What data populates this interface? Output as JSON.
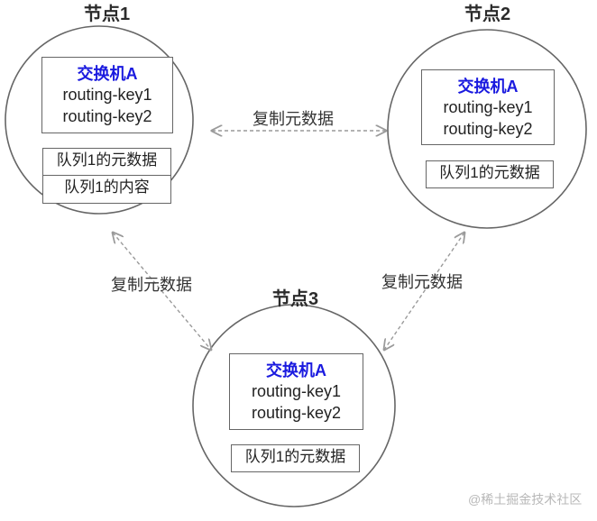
{
  "nodes": [
    {
      "title": "节点1",
      "exchange": {
        "name": "交换机A",
        "keys": [
          "routing-key1",
          "routing-key2"
        ]
      },
      "queue_metadata": "队列1的元数据",
      "queue_content": "队列1的内容"
    },
    {
      "title": "节点2",
      "exchange": {
        "name": "交换机A",
        "keys": [
          "routing-key1",
          "routing-key2"
        ]
      },
      "queue_metadata": "队列1的元数据"
    },
    {
      "title": "节点3",
      "exchange": {
        "name": "交换机A",
        "keys": [
          "routing-key1",
          "routing-key2"
        ]
      },
      "queue_metadata": "队列1的元数据"
    }
  ],
  "edges": [
    {
      "from": "节点1",
      "to": "节点2",
      "label": "复制元数据",
      "style": "dashed",
      "bidirectional": true
    },
    {
      "from": "节点1",
      "to": "节点3",
      "label": "复制元数据",
      "style": "dashed",
      "bidirectional": true
    },
    {
      "from": "节点2",
      "to": "节点3",
      "label": "复制元数据",
      "style": "dashed",
      "bidirectional": true
    }
  ],
  "colors": {
    "exchange_title": "#1a1adf",
    "outline": "#666666",
    "edge": "#999999",
    "watermark": "#b8b8b8"
  },
  "watermark": "@稀土掘金技术社区"
}
